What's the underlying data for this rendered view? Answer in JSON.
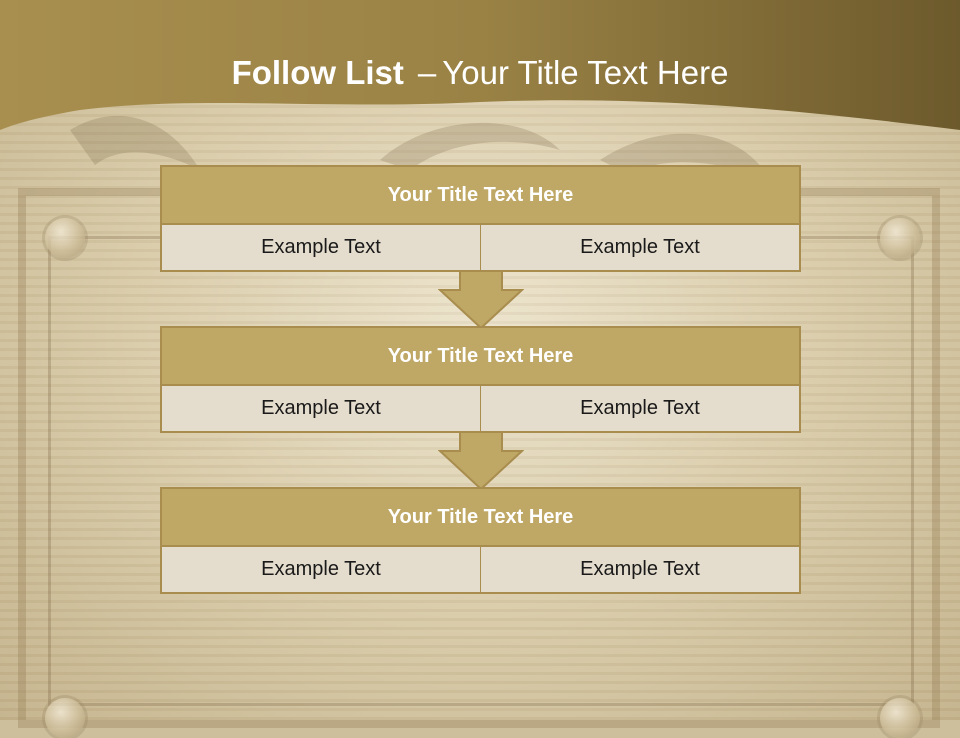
{
  "header": {
    "title_bold": "Follow List",
    "title_dash": "–",
    "title_rest": "Your Title Text Here"
  },
  "colors": {
    "header_band": "#8c7438",
    "title_bar": "#bfa765",
    "cell_fill": "#e4dccc",
    "border": "#a88d4e",
    "arrow_fill": "#bfa765"
  },
  "steps": [
    {
      "title": "Your Title Text Here",
      "left": "Example Text",
      "right": "Example Text"
    },
    {
      "title": "Your Title Text Here",
      "left": "Example Text",
      "right": "Example Text"
    },
    {
      "title": "Your Title Text Here",
      "left": "Example Text",
      "right": "Example Text"
    }
  ]
}
